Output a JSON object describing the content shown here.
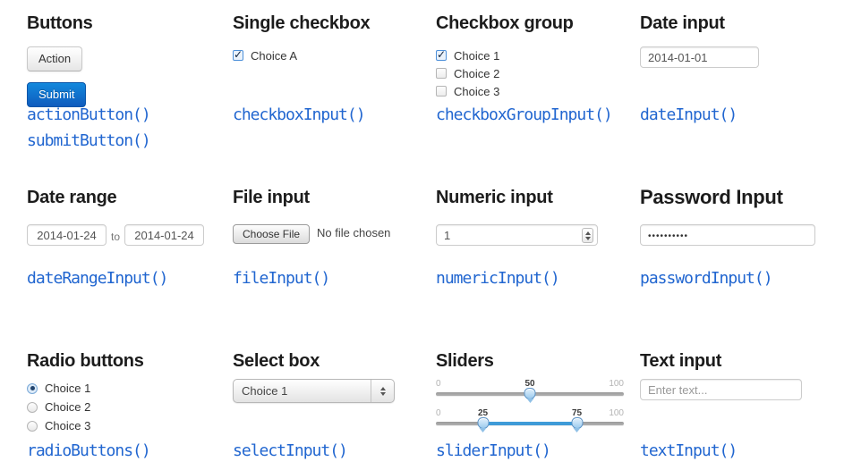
{
  "colors": {
    "code_blue": "#2166d0",
    "submit_top": "#1389dd",
    "submit_bottom": "#0f5bbd",
    "slider_fill": "#3e9bd8"
  },
  "glyphs": {
    "check": "✓"
  },
  "cells": {
    "buttons": {
      "title": "Buttons",
      "action_label": "Action",
      "submit_label": "Submit",
      "code_line1": "actionButton()",
      "code_line2": "submitButton()"
    },
    "single_checkbox": {
      "title": "Single checkbox",
      "option": "Choice A",
      "code": "checkboxInput()"
    },
    "checkbox_group": {
      "title": "Checkbox group",
      "options": [
        "Choice 1",
        "Choice 2",
        "Choice 3"
      ],
      "code": "checkboxGroupInput()"
    },
    "date_input": {
      "title": "Date input",
      "value": "2014-01-01",
      "code": "dateInput()"
    },
    "date_range": {
      "title": "Date range",
      "start": "2014-01-24",
      "separator": "to",
      "end": "2014-01-24",
      "code": "dateRangeInput()"
    },
    "file_input": {
      "title": "File input",
      "button_label": "Choose File",
      "status": "No file chosen",
      "code": "fileInput()"
    },
    "numeric_input": {
      "title": "Numeric input",
      "value": "1",
      "code": "numericInput()"
    },
    "password_input": {
      "title": "Password Input",
      "value": "••••••••••",
      "code": "passwordInput()"
    },
    "radio_buttons": {
      "title": "Radio buttons",
      "options": [
        "Choice 1",
        "Choice 2",
        "Choice 3"
      ],
      "code": "radioButtons()"
    },
    "select_box": {
      "title": "Select box",
      "selected": "Choice 1",
      "code": "selectInput()"
    },
    "sliders": {
      "title": "Sliders",
      "single": {
        "min": "0",
        "value": "50",
        "max": "100"
      },
      "range": {
        "min": "0",
        "low": "25",
        "high": "75",
        "max": "100"
      },
      "code": "sliderInput()"
    },
    "text_input": {
      "title": "Text input",
      "placeholder": "Enter text...",
      "code": "textInput()"
    }
  }
}
